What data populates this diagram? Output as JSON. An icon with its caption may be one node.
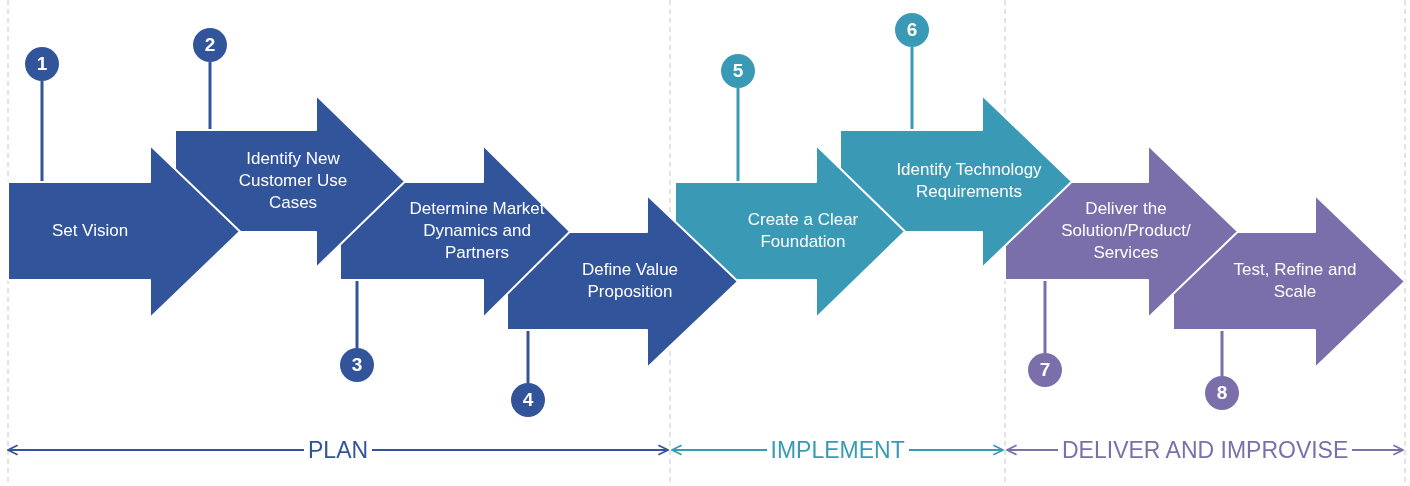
{
  "diagram": {
    "nodes": [
      {
        "text": [
          "Set Vision"
        ]
      },
      {
        "text": [
          "Identify New Customer Use Cases"
        ]
      },
      {
        "text": [
          "Determine Market Dynamics and Partners"
        ]
      },
      {
        "text": [
          "Define Value Proposition"
        ]
      },
      {
        "text": [
          "Create a Clear Foundation"
        ]
      },
      {
        "text": [
          "Identify Technology Requirements"
        ]
      },
      {
        "text": [
          "Deliver the Solution/Product/ Services"
        ]
      },
      {
        "text": [
          "Test, Refine and Scale"
        ]
      },
      {
        "text": [
          "1"
        ]
      },
      {
        "text": [
          "2"
        ]
      },
      {
        "text": [
          "3"
        ]
      },
      {
        "text": [
          "4"
        ]
      },
      {
        "text": [
          "5"
        ]
      },
      {
        "text": [
          "6"
        ]
      },
      {
        "text": [
          "7"
        ]
      },
      {
        "text": [
          "8"
        ]
      }
    ],
    "edges": [
      {
        "from": 8,
        "to": 0,
        "arrow": "none"
      },
      {
        "from": 9,
        "to": 1,
        "arrow": "none"
      },
      {
        "from": 10,
        "to": 2,
        "arrow": "none"
      },
      {
        "from": 11,
        "to": 3,
        "arrow": "none"
      },
      {
        "from": 12,
        "to": 4,
        "arrow": "none"
      },
      {
        "from": 13,
        "to": 5,
        "arrow": "none"
      },
      {
        "from": 14,
        "to": 6,
        "arrow": "none"
      },
      {
        "from": 15,
        "to": 7,
        "arrow": "none"
      }
    ],
    "labels": [
      "PLAN",
      "IMPLEMENT",
      "DELIVER AND IMPROVISE"
    ]
  }
}
